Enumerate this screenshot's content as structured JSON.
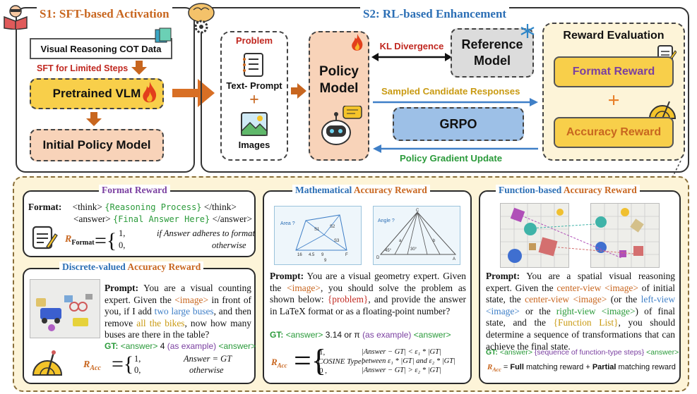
{
  "s1": {
    "title": "S1: SFT-based Activation",
    "data_box": "Visual Reasoning COT Data",
    "sft_label": "SFT for Limited Steps",
    "pretrained": "Pretrained VLM",
    "initial_policy": "Initial Policy Model"
  },
  "s2": {
    "title": "S2: RL-based Enhancement",
    "problem": "Problem",
    "text_prompt": "Text- Prompt",
    "plus": "+",
    "images": "Images",
    "policy_model": "Policy Model",
    "kl": "KL Divergence",
    "reference_model": "Reference Model",
    "sampled": "Sampled Candidate Responses",
    "grpo": "GRPO",
    "policy_gradient": "Policy Gradient Update",
    "reward_eval": "Reward Evaluation",
    "format_reward": "Format Reward",
    "accuracy_reward": "Accuracy Reward"
  },
  "format_panel": {
    "title": "Format Reward",
    "label": "Format:",
    "think_open": "<think>",
    "reasoning": "{Reasoning Process}",
    "think_close": "</think>",
    "answer_open": "<answer>",
    "final": "{Final Answer Here}",
    "answer_close": "</answer>",
    "r_symbol": "R",
    "r_sub": "Format",
    "case1_val": "1,",
    "case1_cond": "if Answer adheres to format",
    "case2_val": "0,",
    "case2_cond": "otherwise"
  },
  "discrete_panel": {
    "title_a": "Discrete-valued",
    "title_b": "Accuracy Reward",
    "prompt_label": "Prompt:",
    "p1": "You are a visual counting expert. Given the",
    "img_tag": "<image>",
    "p2": "in front of you, if I add",
    "hl1": "two large buses",
    "p3": ", and then remove",
    "hl2": "all the bikes",
    "p4": ", now how many buses are there in the table?",
    "gt_label": "GT:",
    "gt_open": "<answer>",
    "gt_val": "4",
    "gt_note": "(as example)",
    "gt_close": "<answer>",
    "r_symbol": "R",
    "r_sub": "Acc",
    "case1_val": "1,",
    "case1_cond": "Answer = GT",
    "case2_val": "0,",
    "case2_cond": "otherwise"
  },
  "math_panel": {
    "title_a": "Mathematical",
    "title_b": "Accuracy Reward",
    "fig1_area": "Area ?",
    "fig2_angle": "Angle ?",
    "fig1_labels": [
      "S1",
      "S2",
      "S3",
      "4.5",
      "9",
      "16",
      "9",
      "F"
    ],
    "fig2_labels": [
      "C",
      "D",
      "A",
      "45°",
      "30°",
      "a",
      "b"
    ],
    "prompt_label": "Prompt:",
    "p1": "You are a visual geometry expert. Given the",
    "img_tag": "<image>",
    "p2": ", you should solve the problem as shown below:",
    "problem_tag": "{problem}",
    "p3": ", and provide the answer in LaTeX format or as a floating-point number?",
    "gt_label": "GT:",
    "gt_open": "<answer>",
    "gt_val": "3.14 or π",
    "gt_note": "(as example)",
    "gt_close": "<answer>",
    "r_symbol": "R",
    "r_sub": "Acc",
    "case1_val": "1,",
    "case1_cond": "|Answer − GT| < ε₁ * |GT|",
    "case2_val": "COSINE Type,",
    "case2_cond": "between ε₁ * |GT| and ε₂ * |GT|",
    "case3_val": "0 ,",
    "case3_cond": "|Answer − GT| > ε₂ * |GT|"
  },
  "function_panel": {
    "title_a": "Function-based",
    "title_b": "Accuracy Reward",
    "prompt_label": "Prompt:",
    "p1": "You are a spatial visual reasoning expert. Given the",
    "center_img": "center-view <image>",
    "p2": "of initial state, the",
    "center_img2": "center-view <image>",
    "p3": "(or the",
    "left_img": "left-view <image>",
    "p4": "or the",
    "right_img": "right-view <image>",
    "p5": ") of final state, and the",
    "func_list": "{Function List}",
    "p6": ", you should determine a sequence of transformations that can achieve the final state.",
    "gt_label": "GT:",
    "gt_open": "<answer>",
    "gt_val": "{sequence of function-type steps}",
    "gt_close": "<answer>",
    "r_symbol": "R",
    "r_sub": "Acc",
    "eq": "=",
    "full": "Full",
    "full_rest": "matching reward +",
    "partial": "Partial",
    "partial_rest": "matching reward"
  },
  "colors": {
    "orange_title": "#c8661f",
    "blue_title": "#2c6fb5",
    "purple": "#7a3fa0",
    "green": "#2a9a3a",
    "red": "#c0271f",
    "gold_box": "#f8cf4a",
    "peach_box": "#f8d3b9",
    "blue_box": "#9dc0e7",
    "cream_panel": "#fdf4d8"
  },
  "icons": [
    "book-icon",
    "brain-gear-icon",
    "flame-icon",
    "snowflake-icon",
    "robot-icon",
    "notepad-icon",
    "protractor-icon",
    "arrow-icon"
  ]
}
